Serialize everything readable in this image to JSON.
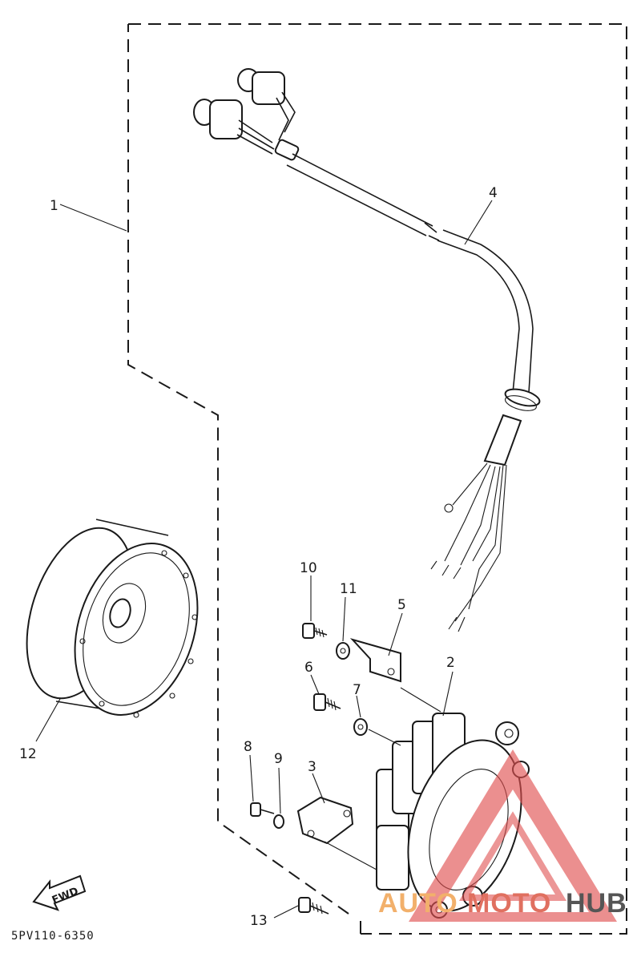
{
  "drawing_code": "5PV110-6350",
  "direction_badge": {
    "label": "FWD",
    "icon": "arrow-left-icon"
  },
  "callouts": [
    {
      "id": "1",
      "label": "1"
    },
    {
      "id": "2",
      "label": "2"
    },
    {
      "id": "3",
      "label": "3"
    },
    {
      "id": "4",
      "label": "4"
    },
    {
      "id": "5",
      "label": "5"
    },
    {
      "id": "6",
      "label": "6"
    },
    {
      "id": "7",
      "label": "7"
    },
    {
      "id": "8",
      "label": "8"
    },
    {
      "id": "9",
      "label": "9"
    },
    {
      "id": "10",
      "label": "10"
    },
    {
      "id": "11",
      "label": "11"
    },
    {
      "id": "12",
      "label": "12"
    },
    {
      "id": "13",
      "label": "13"
    }
  ],
  "watermark": {
    "part1": "AUTO",
    "part2": "MOTO",
    "part3": "HUB",
    "color1": "#f2b06b",
    "color2": "#e07060",
    "color3": "#555555",
    "triangle_color": "#e05050"
  }
}
